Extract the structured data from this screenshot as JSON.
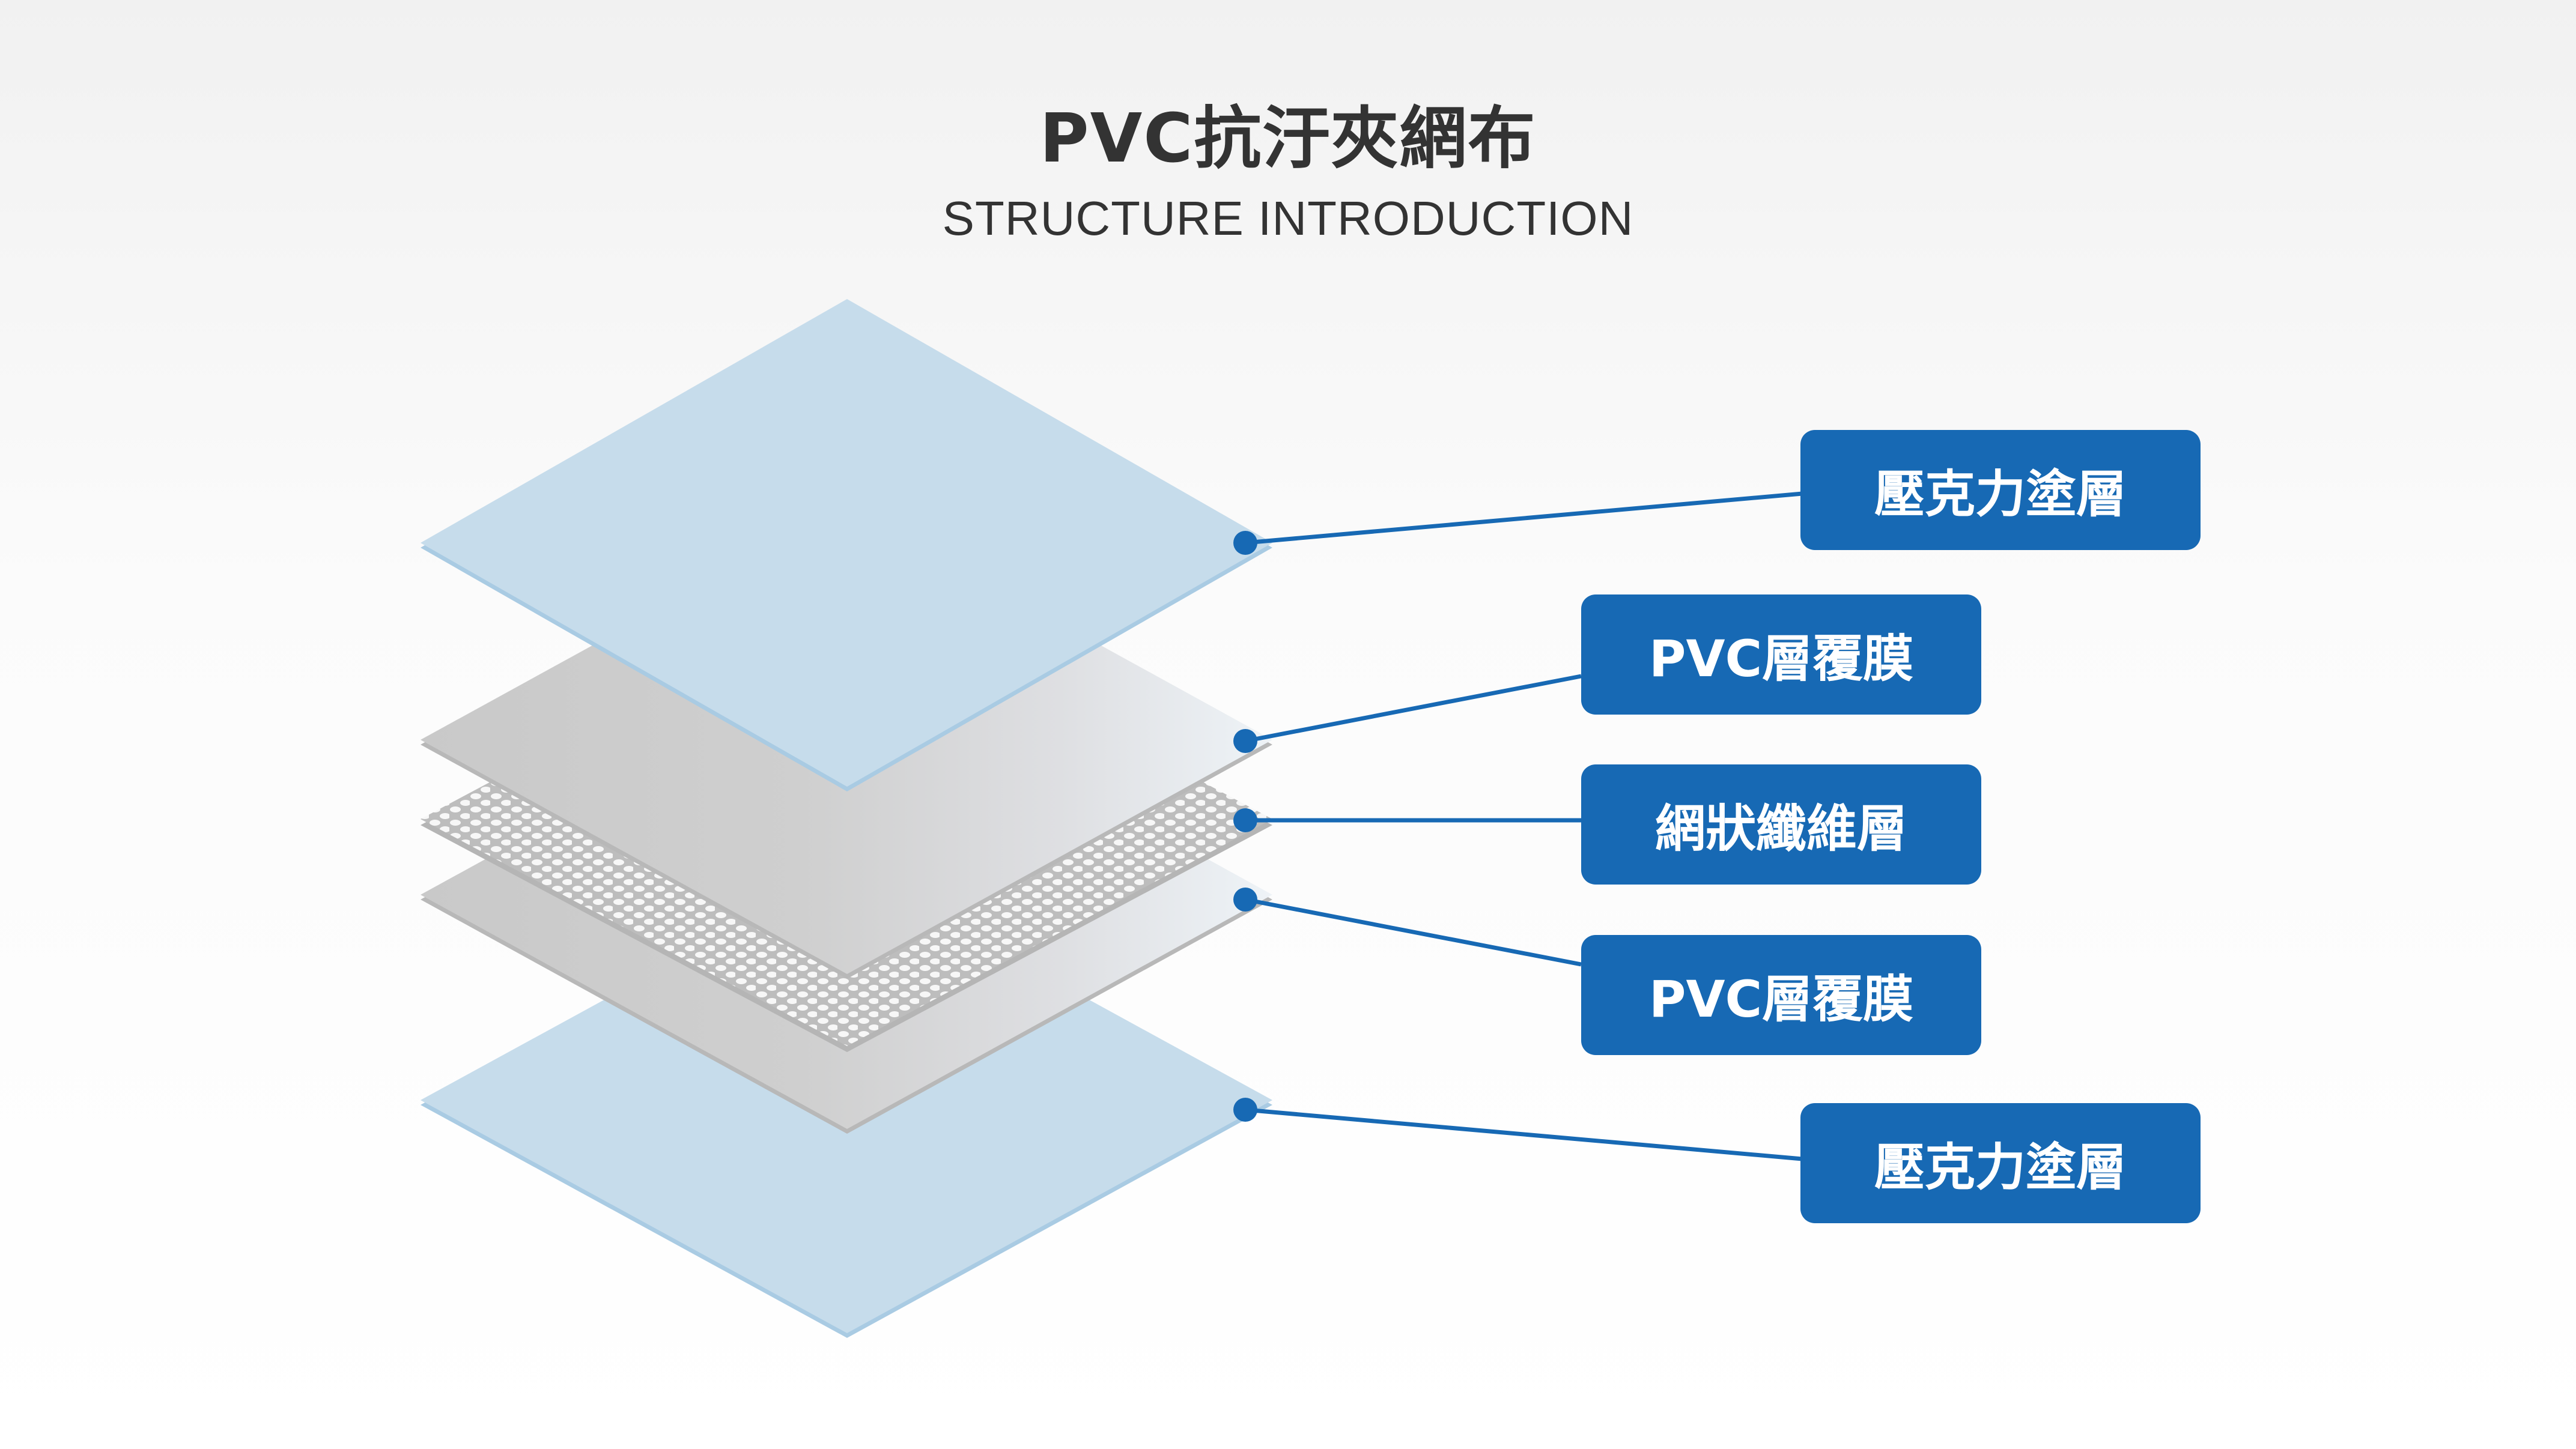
{
  "title": "PVC抗汙夾網布",
  "subtitle": "STRUCTURE INTRODUCTION",
  "layers": [
    {
      "label": "壓克力塗層"
    },
    {
      "label": "PVC層覆膜"
    },
    {
      "label": "網狀纖維層"
    },
    {
      "label": "PVC層覆膜"
    },
    {
      "label": "壓克力塗層"
    }
  ],
  "colors": {
    "accent": "#1769b4",
    "coating": "#c6dceb",
    "film": "#c8c8c8",
    "text": "#333333"
  }
}
